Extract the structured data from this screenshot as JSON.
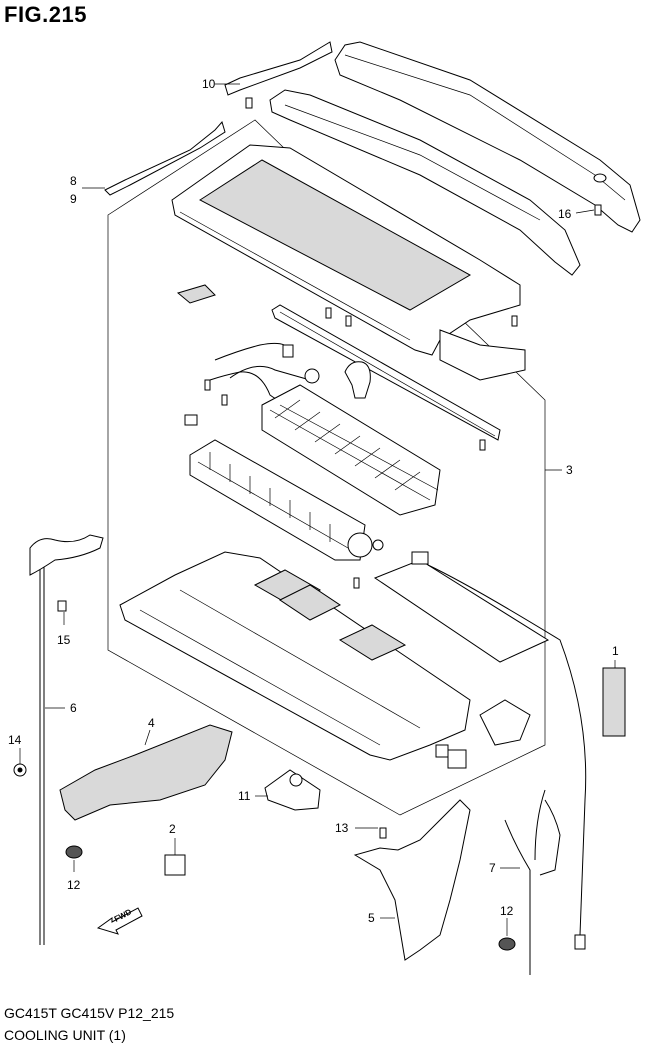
{
  "figure": {
    "title": "FIG.215",
    "model": "GC415T GC415V P12_215",
    "description": "COOLING UNIT (1)"
  },
  "callouts": [
    "1",
    "2",
    "3",
    "4",
    "5",
    "6",
    "7",
    "8",
    "9",
    "10",
    "11",
    "12",
    "12",
    "13",
    "14",
    "15",
    "16"
  ],
  "fwd_label": "FWD"
}
